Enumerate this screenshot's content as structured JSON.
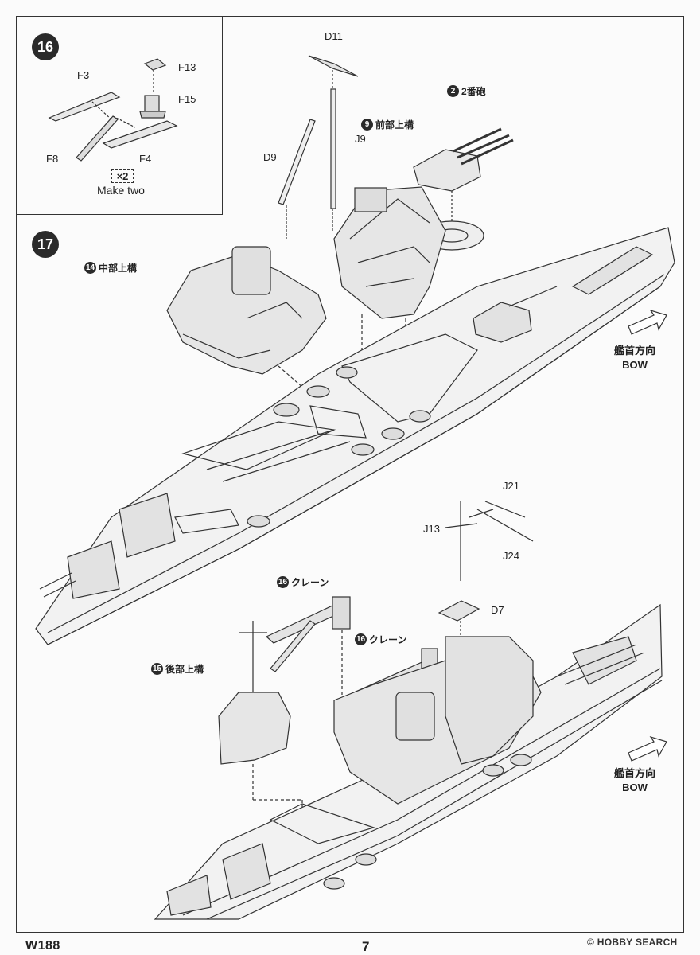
{
  "page": {
    "code": "W188",
    "number": "7",
    "watermark": "© HOBBY SEARCH"
  },
  "step16": {
    "number": "16",
    "parts": {
      "f13": "F13",
      "f15": "F15",
      "f3": "F3",
      "f8": "F8",
      "f4": "F4"
    },
    "multiplier": "×2",
    "caption": "Make two"
  },
  "step17": {
    "number": "17",
    "parts": {
      "d11": "D11",
      "j9": "J9",
      "d9": "D9",
      "j21": "J21",
      "j13": "J13",
      "j24": "J24",
      "d7": "D7"
    },
    "subassemblies": [
      {
        "ref": "2",
        "label": "2番砲"
      },
      {
        "ref": "9",
        "label": "前部上構"
      },
      {
        "ref": "14",
        "label": "中部上構"
      },
      {
        "ref": "16",
        "label": "クレーン"
      },
      {
        "ref": "16",
        "label": "クレーン"
      },
      {
        "ref": "15",
        "label": "後部上構"
      }
    ],
    "bow_top": {
      "jp": "艦首方向",
      "en": "BOW"
    },
    "bow_bottom": {
      "jp": "艦首方向",
      "en": "BOW"
    }
  }
}
